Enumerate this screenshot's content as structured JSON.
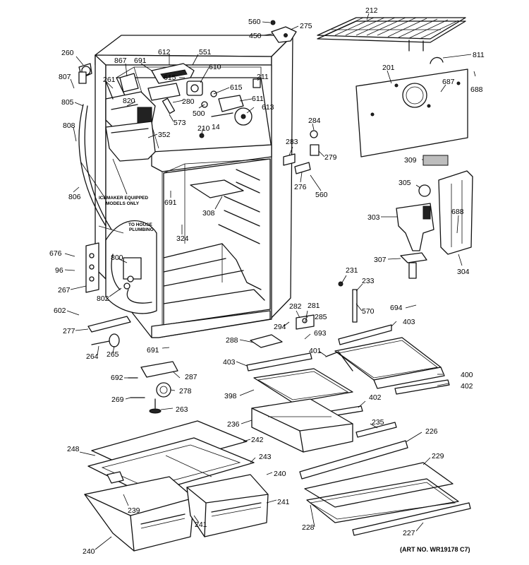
{
  "diagram": {
    "art_number": "(ART NO. WR19178 C7)",
    "notes": {
      "icemaker_line1": "ICEMAKER EQUIPPED",
      "icemaker_line2": "MODELS ONLY",
      "plumbing_line1": "TO HOUSE",
      "plumbing_line2": "PLUMBING"
    },
    "labels": [
      {
        "id": "212",
        "text": "212"
      },
      {
        "id": "560a",
        "text": "560"
      },
      {
        "id": "275",
        "text": "275"
      },
      {
        "id": "450",
        "text": "450"
      },
      {
        "id": "811",
        "text": "811"
      },
      {
        "id": "201",
        "text": "201"
      },
      {
        "id": "688a",
        "text": "688"
      },
      {
        "id": "687",
        "text": "687"
      },
      {
        "id": "260",
        "text": "260"
      },
      {
        "id": "867",
        "text": "867"
      },
      {
        "id": "691a",
        "text": "691"
      },
      {
        "id": "612",
        "text": "612"
      },
      {
        "id": "551",
        "text": "551"
      },
      {
        "id": "615a",
        "text": "615"
      },
      {
        "id": "610",
        "text": "610"
      },
      {
        "id": "807",
        "text": "807"
      },
      {
        "id": "261",
        "text": "261"
      },
      {
        "id": "211",
        "text": "211"
      },
      {
        "id": "820",
        "text": "820"
      },
      {
        "id": "615b",
        "text": "615"
      },
      {
        "id": "805",
        "text": "805"
      },
      {
        "id": "280",
        "text": "280"
      },
      {
        "id": "611",
        "text": "611"
      },
      {
        "id": "500",
        "text": "500"
      },
      {
        "id": "613",
        "text": "613"
      },
      {
        "id": "573",
        "text": "573"
      },
      {
        "id": "14",
        "text": "14"
      },
      {
        "id": "284",
        "text": "284"
      },
      {
        "id": "210",
        "text": "210"
      },
      {
        "id": "808",
        "text": "808"
      },
      {
        "id": "352",
        "text": "352"
      },
      {
        "id": "283",
        "text": "283"
      },
      {
        "id": "279",
        "text": "279"
      },
      {
        "id": "309",
        "text": "309"
      },
      {
        "id": "276",
        "text": "276"
      },
      {
        "id": "560b",
        "text": "560"
      },
      {
        "id": "806",
        "text": "806"
      },
      {
        "id": "691b",
        "text": "691"
      },
      {
        "id": "305",
        "text": "305"
      },
      {
        "id": "308",
        "text": "308"
      },
      {
        "id": "303",
        "text": "303"
      },
      {
        "id": "688b",
        "text": "688"
      },
      {
        "id": "324",
        "text": "324"
      },
      {
        "id": "676",
        "text": "676"
      },
      {
        "id": "800",
        "text": "800"
      },
      {
        "id": "307",
        "text": "307"
      },
      {
        "id": "304",
        "text": "304"
      },
      {
        "id": "96",
        "text": "96"
      },
      {
        "id": "231",
        "text": "231"
      },
      {
        "id": "233",
        "text": "233"
      },
      {
        "id": "267",
        "text": "267"
      },
      {
        "id": "802",
        "text": "802"
      },
      {
        "id": "570",
        "text": "570"
      },
      {
        "id": "694",
        "text": "694"
      },
      {
        "id": "282",
        "text": "282"
      },
      {
        "id": "281",
        "text": "281"
      },
      {
        "id": "602",
        "text": "602"
      },
      {
        "id": "285",
        "text": "285"
      },
      {
        "id": "403a",
        "text": "403"
      },
      {
        "id": "294",
        "text": "294"
      },
      {
        "id": "277",
        "text": "277"
      },
      {
        "id": "693",
        "text": "693"
      },
      {
        "id": "288",
        "text": "288"
      },
      {
        "id": "265",
        "text": "265"
      },
      {
        "id": "691c",
        "text": "691"
      },
      {
        "id": "401",
        "text": "401"
      },
      {
        "id": "264",
        "text": "264"
      },
      {
        "id": "403b",
        "text": "403"
      },
      {
        "id": "287",
        "text": "287"
      },
      {
        "id": "400",
        "text": "400"
      },
      {
        "id": "692",
        "text": "692"
      },
      {
        "id": "402a",
        "text": "402"
      },
      {
        "id": "278",
        "text": "278"
      },
      {
        "id": "398",
        "text": "398"
      },
      {
        "id": "402b",
        "text": "402"
      },
      {
        "id": "269",
        "text": "269"
      },
      {
        "id": "263",
        "text": "263"
      },
      {
        "id": "236",
        "text": "236"
      },
      {
        "id": "235",
        "text": "235"
      },
      {
        "id": "226",
        "text": "226"
      },
      {
        "id": "248",
        "text": "248"
      },
      {
        "id": "242",
        "text": "242"
      },
      {
        "id": "243",
        "text": "243"
      },
      {
        "id": "229",
        "text": "229"
      },
      {
        "id": "240a",
        "text": "240"
      },
      {
        "id": "241a",
        "text": "241"
      },
      {
        "id": "239",
        "text": "239"
      },
      {
        "id": "241b",
        "text": "241"
      },
      {
        "id": "228",
        "text": "228"
      },
      {
        "id": "227",
        "text": "227"
      },
      {
        "id": "240b",
        "text": "240"
      }
    ]
  }
}
